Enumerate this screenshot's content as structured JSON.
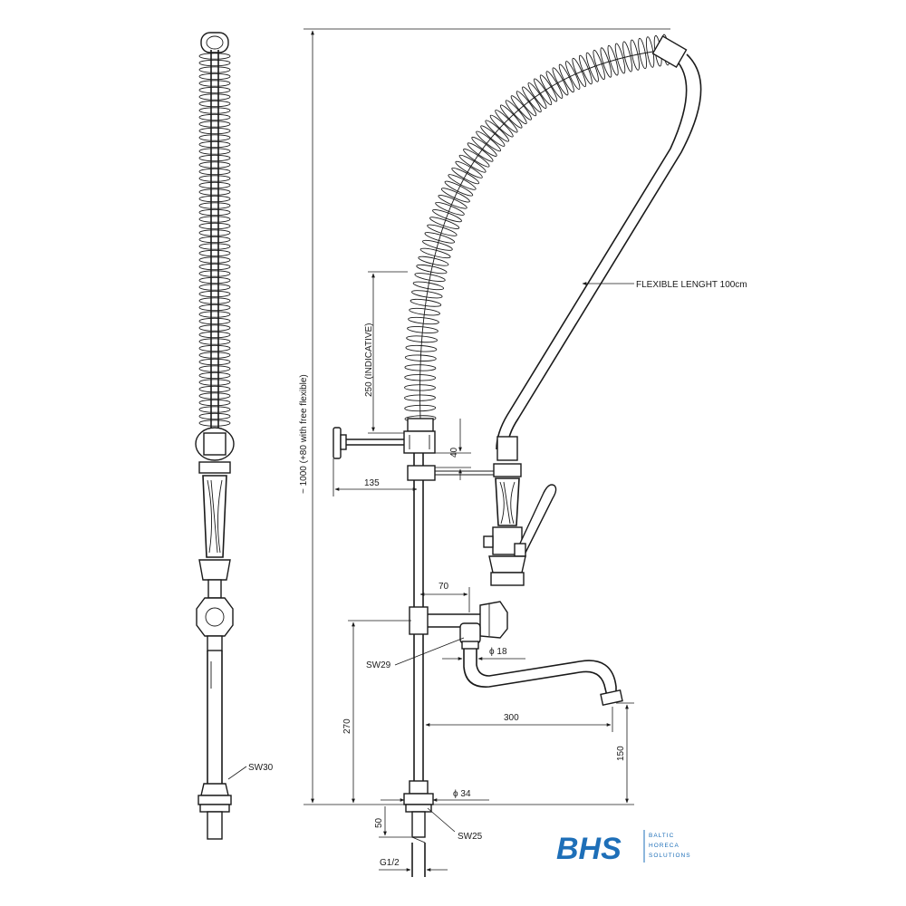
{
  "labels": {
    "height_total": "~ 1000 (+80 with free flexible)",
    "spring_indicative": "250 (INDICATIVE)",
    "flexible_length": "FLEXIBLE LENGHT 100cm",
    "dim_40": "40",
    "dim_135": "135",
    "dim_70": "70",
    "dia_18": "ϕ 18",
    "sw29": "SW29",
    "dim_270": "270",
    "dim_300": "300",
    "dim_150": "150",
    "dia_34": "ϕ 34",
    "sw30": "SW30",
    "dim_50": "50",
    "sw25": "SW25",
    "thread": "G1/2"
  },
  "logo": {
    "brand": "BHS",
    "line1": "BALTIC",
    "line2": "HORECA",
    "line3": "SOLUTIONS",
    "color": "#1e6fb8"
  }
}
